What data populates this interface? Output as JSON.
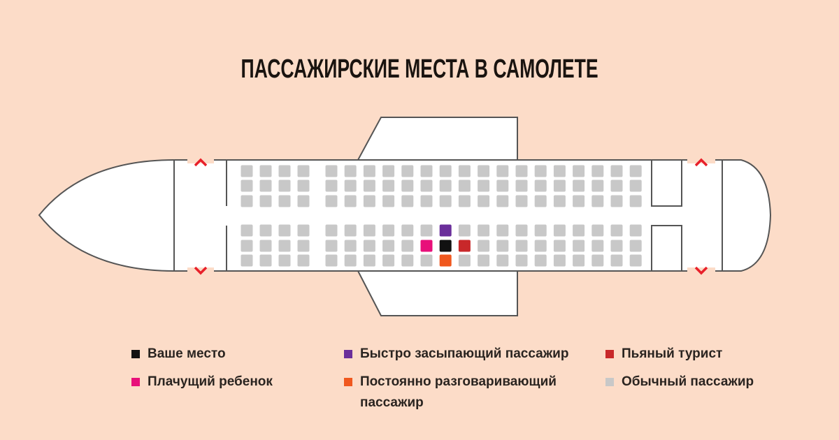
{
  "title": "ПАССАЖИРСКИЕ МЕСТА В САМОЛЕТЕ",
  "colors": {
    "background": "#fcdcc8",
    "fuselage": "#ffffff",
    "outline": "#555555",
    "exit": "#e8202a",
    "your_seat": "#111111",
    "crying_child": "#e8107a",
    "sleepy": "#6a2e9a",
    "drunk": "#c8282a",
    "talker": "#f0581e",
    "regular": "#c8c8c8"
  },
  "seat_map": {
    "front_group_columns": 4,
    "rear_group_columns": 17,
    "rows_per_side": 3,
    "special_seats": [
      {
        "type": "sleepy",
        "side": "lower",
        "row": 0,
        "col": 10
      },
      {
        "type": "crying_child",
        "side": "lower",
        "row": 1,
        "col": 9
      },
      {
        "type": "your_seat",
        "side": "lower",
        "row": 1,
        "col": 10
      },
      {
        "type": "drunk",
        "side": "lower",
        "row": 1,
        "col": 11
      },
      {
        "type": "talker",
        "side": "lower",
        "row": 2,
        "col": 10
      }
    ]
  },
  "legend": [
    {
      "key": "your_seat",
      "label": "Ваше место"
    },
    {
      "key": "crying_child",
      "label": "Плачущий ребенок"
    },
    {
      "key": "sleepy",
      "label": "Быстро засыпающий пассажир"
    },
    {
      "key": "talker",
      "label": "Постоянно разговаривающий пассажир"
    },
    {
      "key": "drunk",
      "label": "Пьяный турист"
    },
    {
      "key": "regular",
      "label": "Обычный пассажир"
    }
  ]
}
